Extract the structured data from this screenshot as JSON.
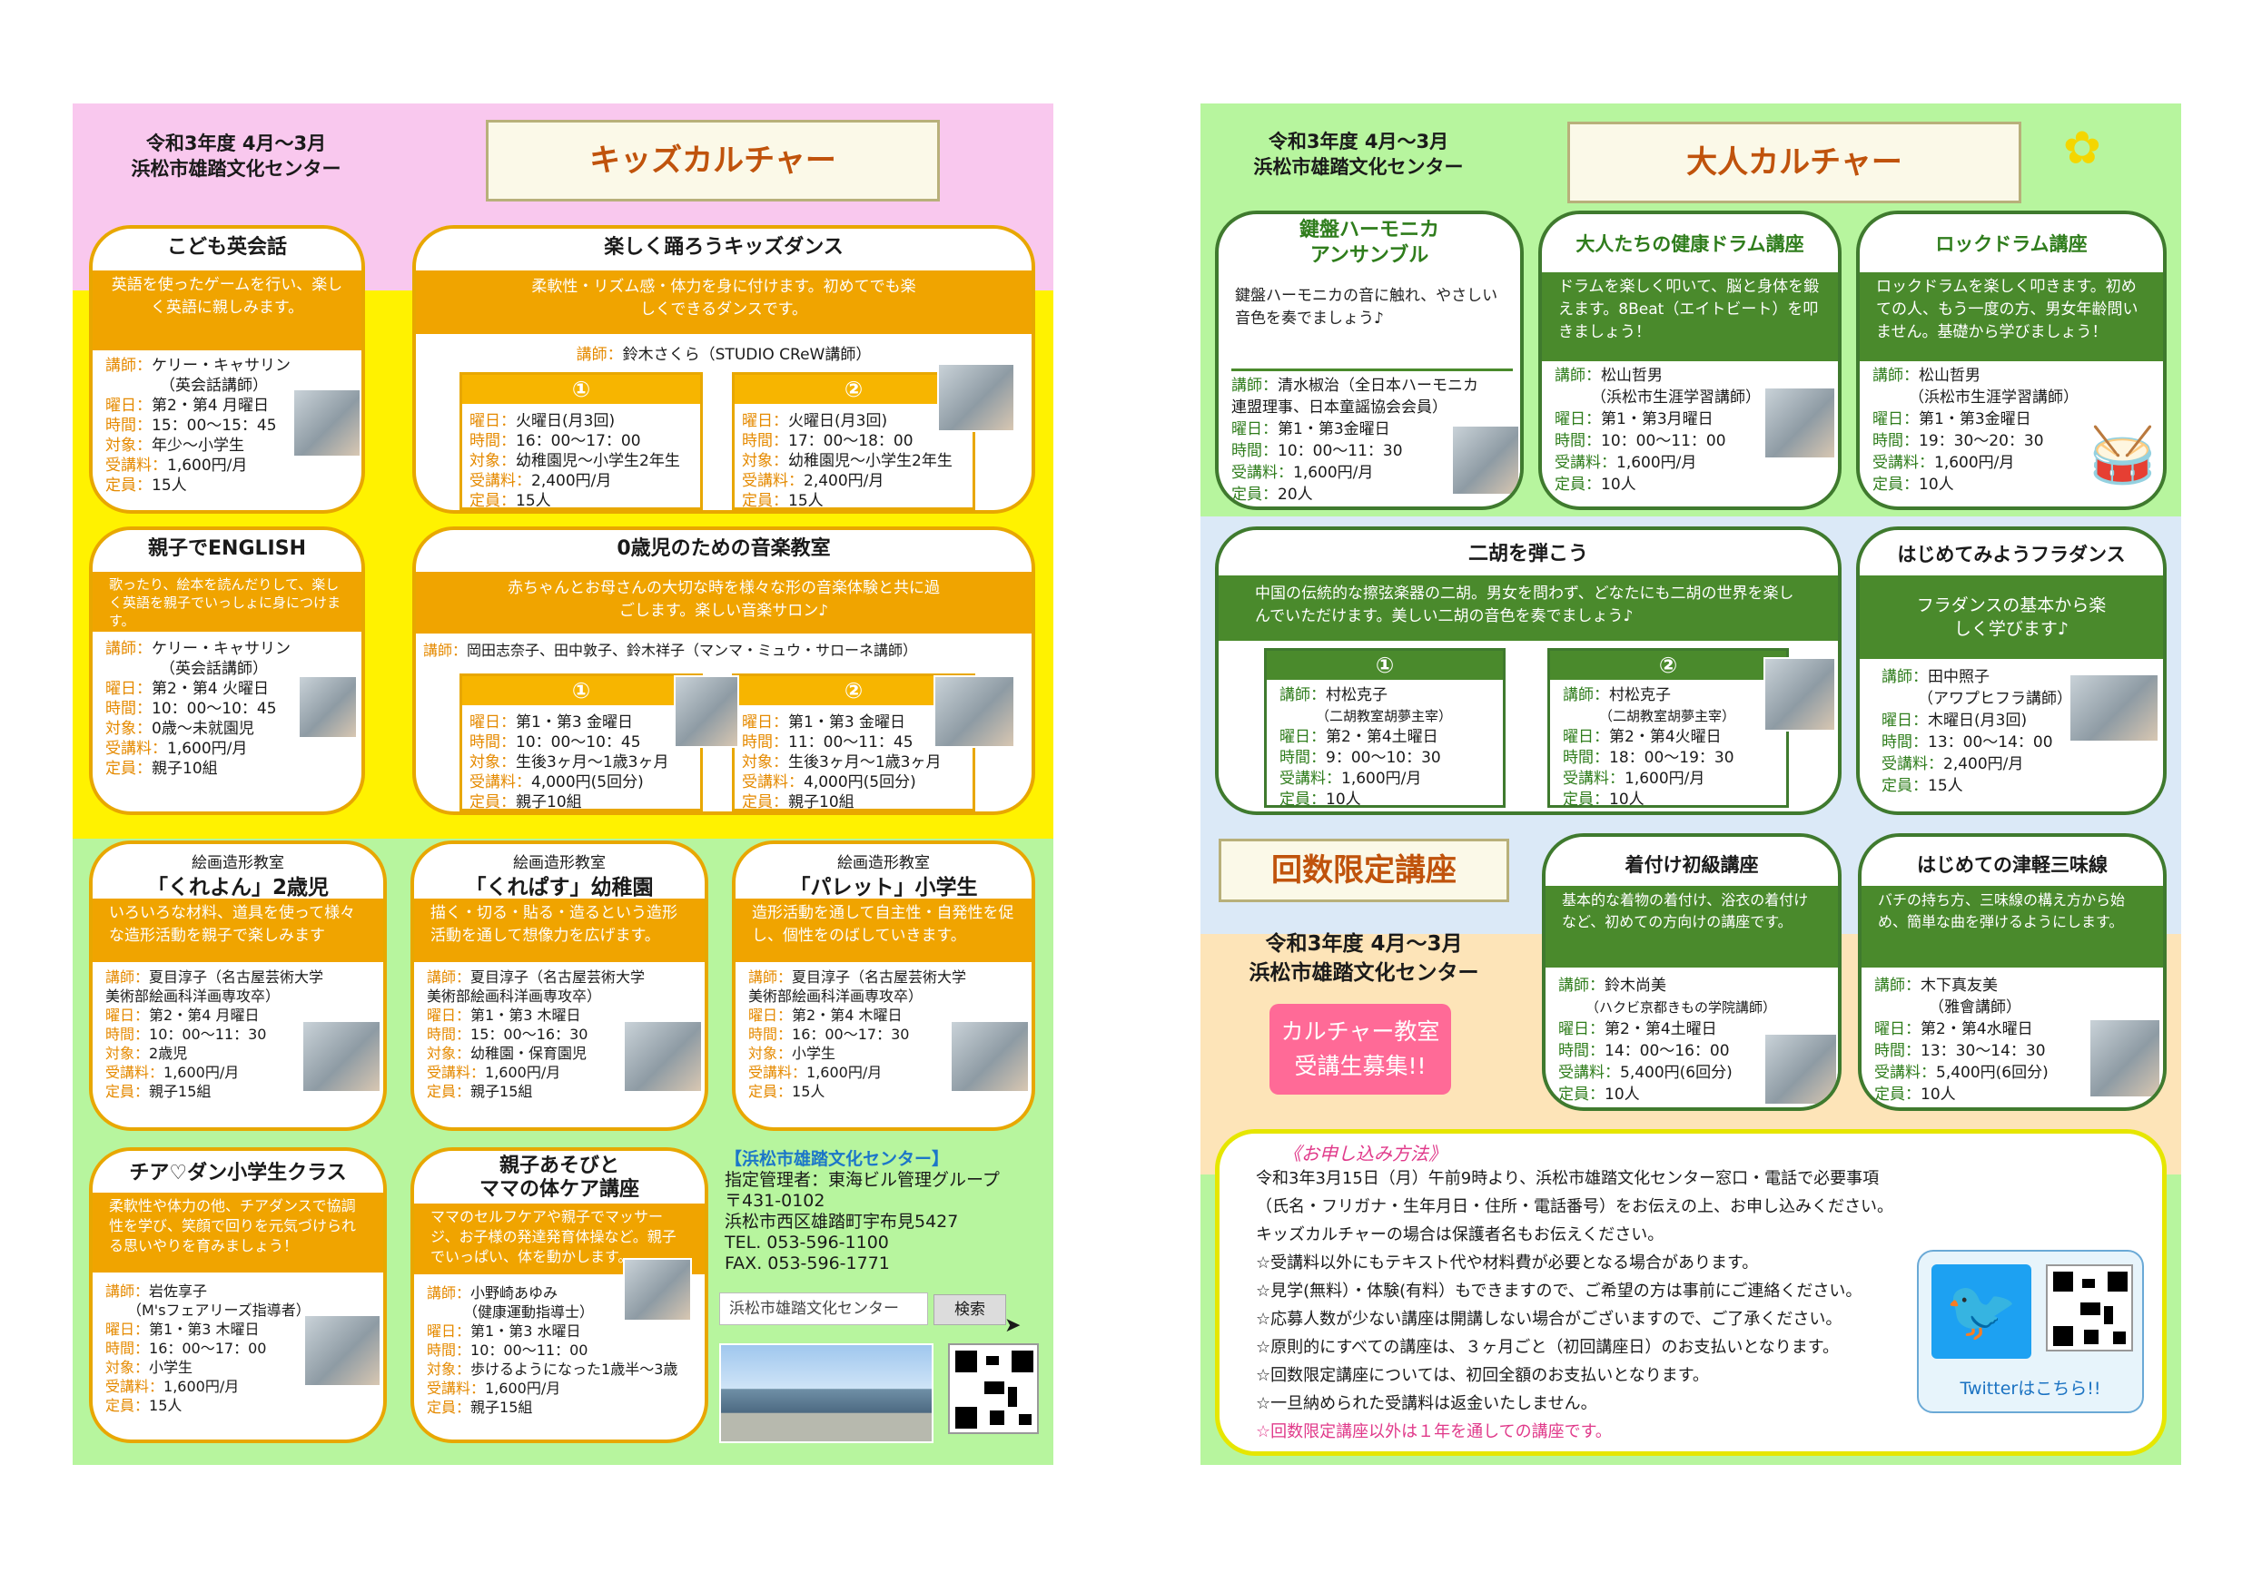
{
  "kids": {
    "header": [
      "令和3年度 4月～3月",
      "浜松市雄踏文化センター"
    ],
    "title": "キッズカルチャー",
    "cards": [
      {
        "title": "こども英会話",
        "desc": "英語を使ったゲームを行い、楽しく英語に親しみます。",
        "teacher": "ケリー・キャサリン",
        "teacher_sub": "（英会話講師）",
        "day": "第2・第4 月曜日",
        "time": "15：00～15：45",
        "target": "年少～小学生",
        "fee": "1,600円/月",
        "cap": "15人"
      },
      {
        "title": "楽しく踊ろうキッズダンス",
        "desc": "柔軟性・リズム感・体力を身に付けます。初めてでも楽しくできるダンスです。",
        "teacher": "鈴木さくら（STUDIO CReW講師）",
        "subs": [
          {
            "no": "①",
            "day": "火曜日(月3回)",
            "time": "16：00～17：00",
            "target": "幼稚園児～小学生2年生",
            "fee": "2,400円/月",
            "cap": "15人"
          },
          {
            "no": "②",
            "day": "火曜日(月3回)",
            "time": "17：00～18：00",
            "target": "幼稚園児～小学生2年生",
            "fee": "2,400円/月",
            "cap": "15人"
          }
        ]
      },
      {
        "title": "親子でENGLISH",
        "desc": "歌ったり、絵本を読んだりして、楽しく英語を親子でいっしょに身につけます。",
        "teacher": "ケリー・キャサリン",
        "teacher_sub": "（英会話講師）",
        "day": "第2・第4 火曜日",
        "time": "10：00～10：45",
        "target": "0歳～未就園児",
        "fee": "1,600円/月",
        "cap": "親子10組"
      },
      {
        "title": "0歳児のための音楽教室",
        "desc": "赤ちゃんとお母さんの大切な時を様々な形の音楽体験と共に過ごします。楽しい音楽サロン♪",
        "teacher": "岡田志奈子、田中敦子、鈴木祥子（マンマ・ミュウ・サローネ講師）",
        "subs": [
          {
            "no": "①",
            "day": "第1・第3 金曜日",
            "time": "10：00～10：45",
            "target": "生後3ヶ月～1歳3ヶ月",
            "fee": "4,000円(5回分)",
            "cap": "親子10組"
          },
          {
            "no": "②",
            "day": "第1・第3 金曜日",
            "time": "11：00～11：45",
            "target": "生後3ヶ月～1歳3ヶ月",
            "fee": "4,000円(5回分)",
            "cap": "親子10組"
          }
        ]
      },
      {
        "kicker": "絵画造形教室",
        "title": "「くれよん」2歳児",
        "desc": "いろいろな材料、道具を使って様々な造形活動を親子で楽しみます",
        "teacher": "夏目淳子（名古屋芸術大学",
        "teacher_sub": "美術部絵画科洋画専攻卒）",
        "day": "第2・第4 月曜日",
        "time": "10：00～11：30",
        "target": "2歳児",
        "fee": "1,600円/月",
        "cap": "親子15組"
      },
      {
        "kicker": "絵画造形教室",
        "title": "「くれぱす」幼稚園",
        "desc": "描く・切る・貼る・造るという造形活動を通して想像力を広げます。",
        "teacher": "夏目淳子（名古屋芸術大学",
        "teacher_sub": "美術部絵画科洋画専攻卒）",
        "day": "第1・第3 木曜日",
        "time": "15：00～16：30",
        "target": "幼稚園・保育園児",
        "fee": "1,600円/月",
        "cap": "親子15組"
      },
      {
        "kicker": "絵画造形教室",
        "title": "「パレット」小学生",
        "desc": "造形活動を通して自主性・自発性を促し、個性をのばしていきます。",
        "teacher": "夏目淳子（名古屋芸術大学",
        "teacher_sub": "美術部絵画科洋画専攻卒）",
        "day": "第2・第4 木曜日",
        "time": "16：00～17：30",
        "target": "小学生",
        "fee": "1,600円/月",
        "cap": "15人"
      },
      {
        "title": "チア♡ダン小学生クラス",
        "desc": "柔軟性や体力の他、チアダンスで協調性を学び、笑顔で回りを元気づけられる思いやりを育みましょう！",
        "teacher": "岩佐享子",
        "teacher_sub": "（M'sフェアリーズ指導者）",
        "day": "第1・第3 木曜日",
        "time": "16：00～17：00",
        "target": "小学生",
        "fee": "1,600円/月",
        "cap": "15人"
      },
      {
        "title": "親子あそびと",
        "title2": "ママの体ケア講座",
        "desc": "ママのセルフケアや親子でマッサージ、お子様の発達発育体操など。親子でいっぱい、体を動かします。",
        "teacher": "小野崎あゆみ",
        "teacher_sub": "（健康運動指導士）",
        "day": "第1・第3 水曜日",
        "time": "10：00～11：00",
        "target": "歩けるようになった1歳半～3歳",
        "fee": "1,600円/月",
        "cap": "親子15組"
      }
    ],
    "labels": {
      "teacher": "講師：",
      "day": "曜日：",
      "time": "時間：",
      "target": "対象：",
      "fee": "受講料：",
      "cap": "定員："
    },
    "center": {
      "name": "【浜松市雄踏文化センター】",
      "mgr": "指定管理者：東海ビル管理グループ",
      "zip": "〒431-0102",
      "addr": "浜松市西区雄踏町宇布見5427",
      "tel": "TEL. 053-596-1100",
      "fax": "FAX. 053-596-1771",
      "search_value": "浜松市雄踏文化センター",
      "search_btn": "検索"
    }
  },
  "adult": {
    "header": [
      "令和3年度 4月～3月",
      "浜松市雄踏文化センター"
    ],
    "title": "大人カルチャー",
    "cards": [
      {
        "title": "鍵盤ハーモニカ",
        "title2": "アンサンブル",
        "desc": "鍵盤ハーモニカの音に触れ、やさしい音色を奏でましょう♪",
        "teacher": "清水椒治（全日本ハーモニカ",
        "teacher_sub": "連盟理事、日本童謡協会会員）",
        "day": "第1・第3金曜日",
        "time": "10：00～11：30",
        "fee": "1,600円/月",
        "cap": "20人"
      },
      {
        "title": "大人たちの健康ドラム講座",
        "desc": "ドラムを楽しく叩いて、脳と身体を鍛えます。8Beat（エイトビート）を叩きましょう！",
        "teacher": "松山哲男",
        "teacher_sub": "（浜松市生涯学習講師）",
        "day": "第1・第3月曜日",
        "time": "10：00～11：00",
        "fee": "1,600円/月",
        "cap": "10人"
      },
      {
        "title": "ロックドラム講座",
        "desc": "ロックドラムを楽しく叩きます。初めての人、もう一度の方、男女年齢問いません。基礎から学びましょう！",
        "teacher": "松山哲男",
        "teacher_sub": "（浜松市生涯学習講師）",
        "day": "第1・第3金曜日",
        "time": "19：30～20：30",
        "fee": "1,600円/月",
        "cap": "10人"
      },
      {
        "title": "二胡を弾こう",
        "desc": "中国の伝統的な擦弦楽器の二胡。男女を問わず、どなたにも二胡の世界を楽しんでいただけます。美しい二胡の音色を奏でましょう♪",
        "subs": [
          {
            "no": "①",
            "teacher": "村松克子",
            "teacher_sub": "（二胡教室胡夢主宰）",
            "day": "第2・第4土曜日",
            "time": "9：00～10：30",
            "fee": "1,600円/月",
            "cap": "10人"
          },
          {
            "no": "②",
            "teacher": "村松克子",
            "teacher_sub": "（二胡教室胡夢主宰）",
            "day": "第2・第4火曜日",
            "time": "18：00～19：30",
            "fee": "1,600円/月",
            "cap": "10人"
          }
        ]
      },
      {
        "title": "はじめてみようフラダンス",
        "desc": "フラダンスの基本から楽しく学びます♪",
        "teacher": "田中照子",
        "teacher_sub": "（アワプヒフラ講師）",
        "day": "木曜日(月3回)",
        "time": "13：00～14：00",
        "fee": "2,400円/月",
        "cap": "15人"
      }
    ],
    "limited": {
      "title": "回数限定講座",
      "header": [
        "令和3年度 4月～3月",
        "浜松市雄踏文化センター"
      ],
      "badge": [
        "カルチャー教室",
        "受講生募集!!"
      ],
      "cards": [
        {
          "title": "着付け初級講座",
          "desc": "基本的な着物の着付け、浴衣の着付けなど、初めての方向けの講座です。",
          "teacher": "鈴木尚美",
          "teacher_sub": "（ハクビ京都きもの学院講師）",
          "day": "第2・第4土曜日",
          "time": "14：00～16：00",
          "fee": "5,400円(6回分)",
          "cap": "10人"
        },
        {
          "title": "はじめての津軽三味線",
          "desc": "バチの持ち方、三味線の構え方から始め、簡単な曲を弾けるようにします。",
          "teacher": "木下真友美",
          "teacher_sub": "（雅會講師）",
          "day": "第2・第4水曜日",
          "time": "13：30～14：30",
          "fee": "5,400円(6回分)",
          "cap": "10人"
        }
      ]
    },
    "apply": {
      "title": "《お申し込み方法》",
      "lines": [
        "令和3年3月15日（月）午前9時より、浜松市雄踏文化センター窓口・電話で必要事項",
        "（氏名・フリガナ・生年月日・住所・電話番号）をお伝えの上、お申し込みください。",
        "キッズカルチャーの場合は保護者名もお伝えください。",
        "☆受講料以外にもテキスト代や材料費が必要となる場合があります。",
        "☆見学(無料）・体験(有料）もできますので、ご希望の方は事前にご連絡ください。",
        "☆応募人数が少ない講座は開講しない場合がございますので、ご了承ください。",
        "☆原則的にすべての講座は、３ヶ月ごと（初回講座日）のお支払いとなります。",
        "☆回数限定講座については、初回全額のお支払いとなります。",
        "☆一旦納められた受講料は返金いたしません。"
      ],
      "note": "☆回数限定講座以外は１年を通しての講座です。",
      "twitter": "Twitterはこちら!!"
    }
  },
  "colors": {
    "kids_orange": "#f0a400",
    "adult_green": "#4a8a2c",
    "pink": "#f9c8ee",
    "yellow": "#fff200",
    "lightgreen": "#b7f59e",
    "lightblue": "#dbe9f7",
    "peach": "#fde4b8"
  }
}
